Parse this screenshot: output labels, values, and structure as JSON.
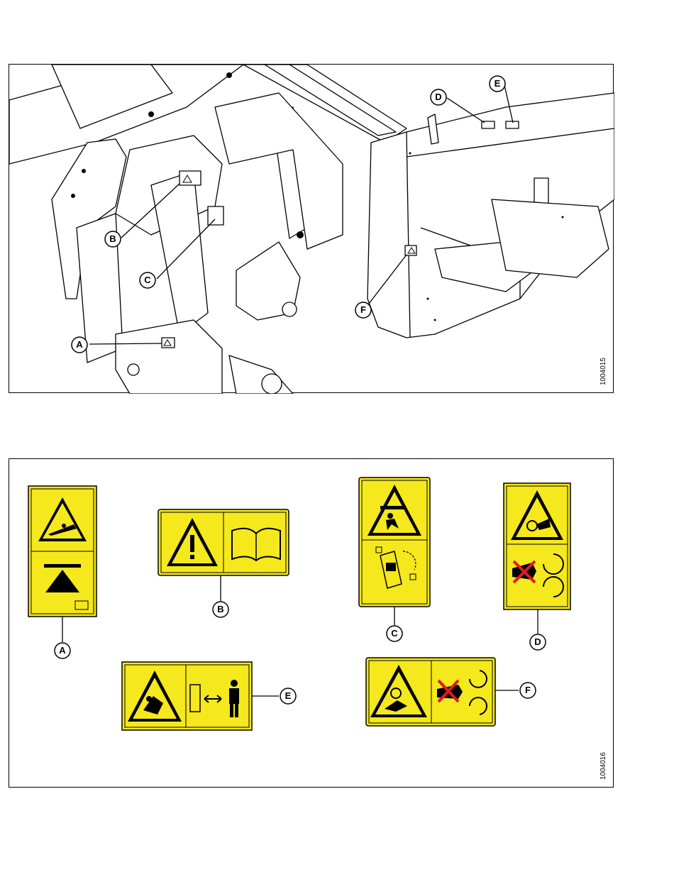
{
  "figures": [
    {
      "id": "1004015",
      "callouts": [
        "A",
        "B",
        "C",
        "D",
        "E",
        "F"
      ]
    },
    {
      "id": "1004016",
      "callouts": [
        "A",
        "B",
        "C",
        "D",
        "E",
        "F"
      ]
    }
  ],
  "decal_yellow": "#f5e81c",
  "ink_color": "#000000",
  "cross_color": "#e01b24"
}
